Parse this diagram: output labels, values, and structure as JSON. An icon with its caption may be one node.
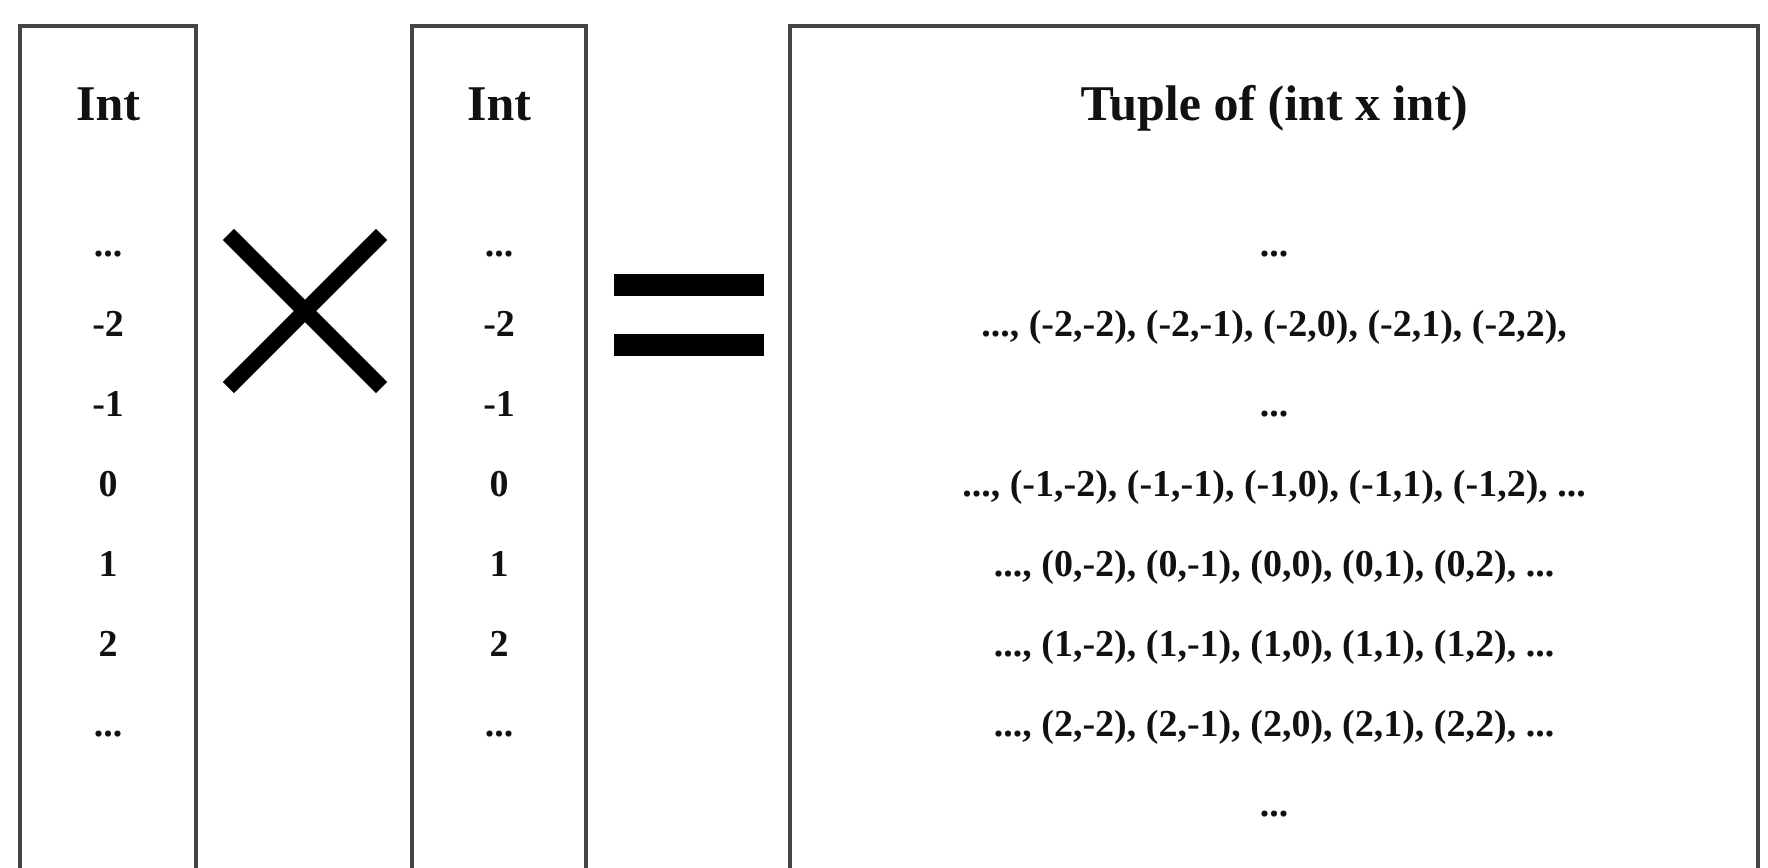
{
  "diagram": {
    "nodes": [
      {
        "text": [
          "Int",
          "...",
          "-2",
          "-1",
          "0",
          "1",
          "2",
          "..."
        ]
      },
      {
        "text": [
          "Int",
          "...",
          "-2",
          "-1",
          "0",
          "1",
          "2",
          "..."
        ]
      },
      {
        "text": [
          "Tuple of (int x int)",
          "...",
          "..., (-2,-2), (-2,-1), (-2,0), (-2,1), (-2,2),",
          "...",
          "..., (-1,-2), (-1,-1), (-1,0), (-1,1), (-1,2), ...",
          "..., (0,-2), (0,-1), (0,0), (0,1), (0,2), ...",
          "..., (1,-2), (1,-1), (1,0), (1,1), (1,2), ...",
          "..., (2,-2), (2,-1), (2,0), (2,1), (2,2), ...",
          "..."
        ]
      }
    ]
  }
}
